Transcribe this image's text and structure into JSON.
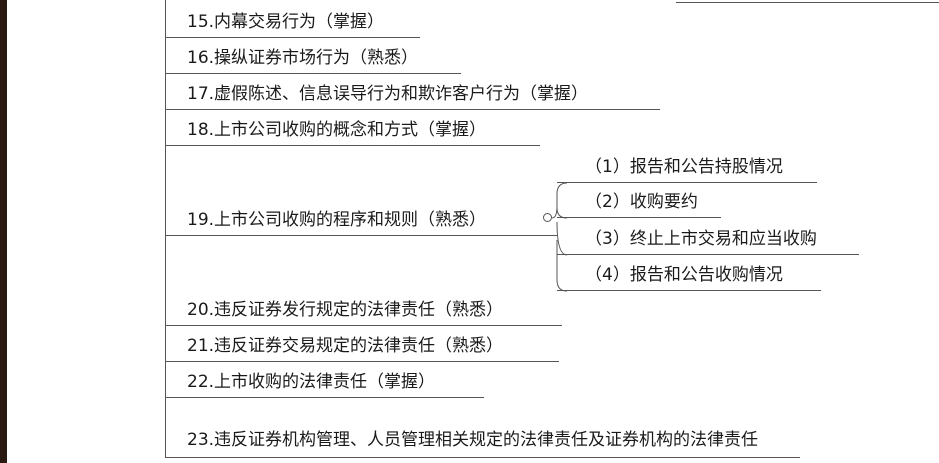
{
  "nodes": [
    {
      "text": "15.内幕交易行为（掌握）"
    },
    {
      "text": "16.操纵证券市场行为（熟悉）"
    },
    {
      "text": "17.虚假陈述、信息误导行为和欺诈客户行为（掌握）"
    },
    {
      "text": "18.上市公司收购的概念和方式（掌握）"
    },
    {
      "text": "19.上市公司收购的程序和规则（熟悉）"
    },
    {
      "text": "20.违反证券发行规定的法律责任（熟悉）"
    },
    {
      "text": "21.违反证券交易规定的法律责任（熟悉）"
    },
    {
      "text": "22.上市收购的法律责任（掌握）"
    },
    {
      "text": "23.违反证券机构管理、人员管理相关规定的法律责任及证券机构的法律责任"
    }
  ],
  "children19": [
    {
      "text": "（1）报告和公告持股情况"
    },
    {
      "text": "（2）收购要约"
    },
    {
      "text": "（3）终止上市交易和应当收购"
    },
    {
      "text": "（4）报告和公告收购情况"
    }
  ]
}
